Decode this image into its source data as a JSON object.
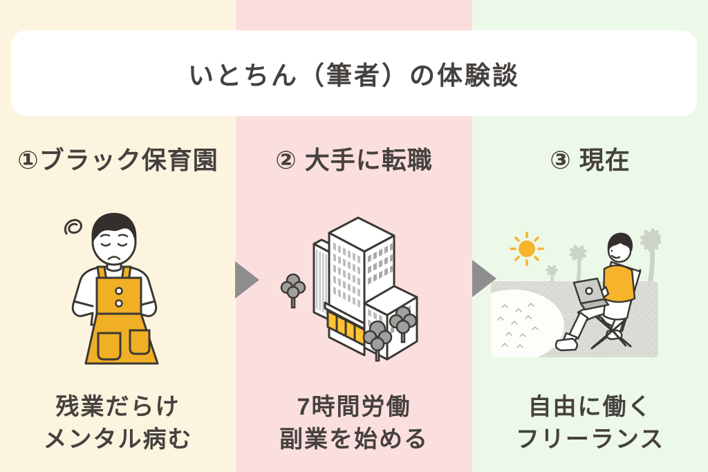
{
  "title": "いとちん（筆者）の体験談",
  "steps": [
    {
      "heading": "①ブラック保育園",
      "caption": [
        "残業だらけ",
        "メンタル病む"
      ],
      "illustration": "stressed-nursery-teacher",
      "bg": "#FCF4DF"
    },
    {
      "heading": "② 大手に転職",
      "caption": [
        "7時間労働",
        "副業を始める"
      ],
      "illustration": "isometric-office-building",
      "bg": "#FBDFDE"
    },
    {
      "heading": "③ 現在",
      "caption": [
        "自由に働く",
        "フリーランス"
      ],
      "illustration": "freelancer-working-on-beach",
      "bg": "#EDF9E8"
    }
  ],
  "colors": {
    "column_backgrounds": [
      "#FCF4DF",
      "#FBDFDE",
      "#EDF9E8"
    ],
    "title_box_bg": "#FFFFFF",
    "text": "#45413E",
    "arrow_gray": "#8E8E8E",
    "apron_yellow": "#F0AF25",
    "shirt_yellow": "#F6B42C",
    "storefront_yellow": "#FFC233",
    "tree_gray": "#9F9F9F",
    "sand_gray": "#DCDCD7",
    "palm_silhouette": "#CCD4C9",
    "laptop_gray": "#CBCBC8",
    "outline_dark": "#3B3833"
  }
}
